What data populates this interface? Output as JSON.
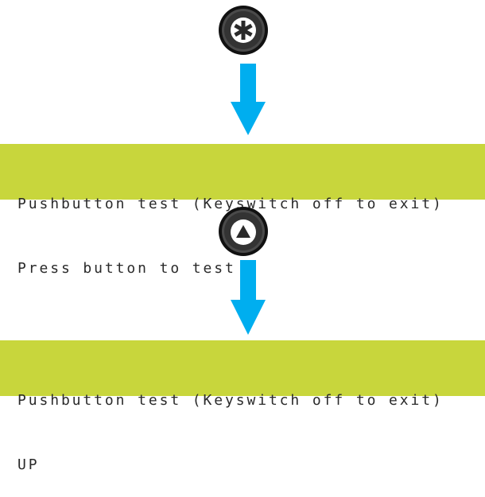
{
  "colors": {
    "lcd_background": "#c8d63c",
    "lcd_text": "#2a2a2a",
    "arrow": "#00aeef",
    "button_dark": "#3a3a3a",
    "button_outer": "#1c1c1c"
  },
  "steps": [
    {
      "button_icon": "asterisk-icon",
      "lcd": {
        "line1": "Pushbutton test (Keyswitch off to exit)",
        "line2": "Press button to test"
      }
    },
    {
      "button_icon": "up-triangle-icon",
      "lcd": {
        "line1": "Pushbutton test (Keyswitch off to exit)",
        "line2": "UP"
      }
    }
  ]
}
